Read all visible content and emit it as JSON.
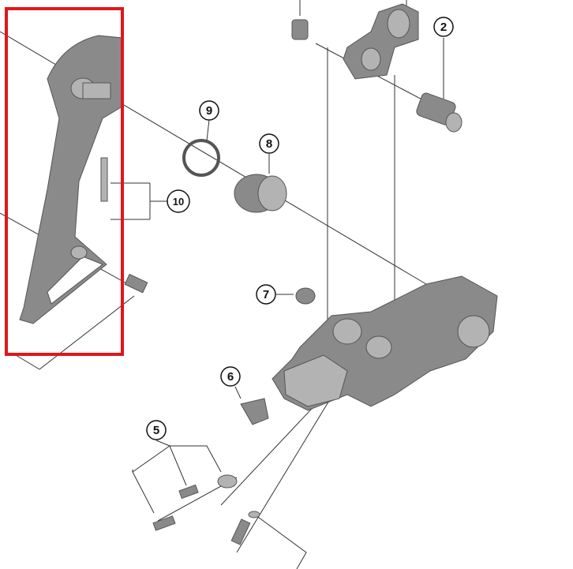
{
  "callouts": [
    {
      "label": "2"
    },
    {
      "label": "5"
    },
    {
      "label": "6"
    },
    {
      "label": "7"
    },
    {
      "label": "8"
    },
    {
      "label": "9"
    },
    {
      "label": "10"
    }
  ],
  "highlight": {
    "color": "#e0161b"
  },
  "part_color": "#8a8a8a"
}
